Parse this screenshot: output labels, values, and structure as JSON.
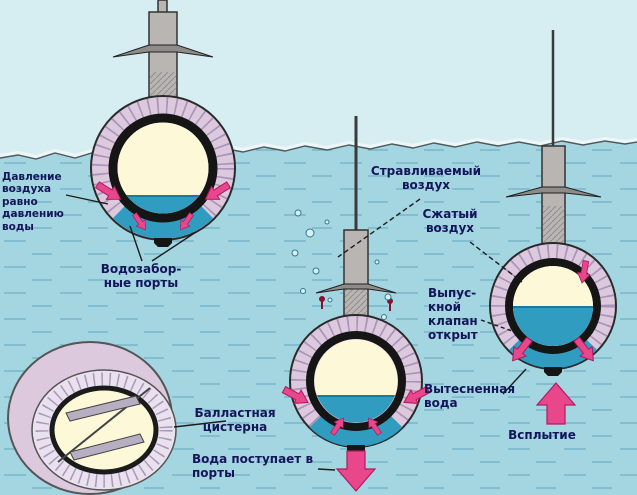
{
  "diagram": {
    "title": "submarine-ballast-tank-operation",
    "labels": {
      "pressure": "Давление\nвоздуха\nравно\nдавлению воды",
      "intake_ports": "Водозабор-\nные порты",
      "vented_air": "Стравливаемый\nвоздух",
      "compressed_air": "Сжатый\nвоздух",
      "valve_open": "Выпус-\nкной\nклапан\nоткрыт",
      "displaced_water": "Вытесненная\nвода",
      "ballast_tank": "Балластная\nцистерна",
      "water_enters": "Вода поступает в\nпорты",
      "surfacing": "Всплытие"
    },
    "colors": {
      "sky": "#d6edf2",
      "water": "#a4d6e2",
      "waterDash": "#6fb0c6",
      "hullRing": "#dcc9de",
      "hullHatch": "#a08ab0",
      "interior": "#fcf8d8",
      "tankWater": "#2f9cc0",
      "arrowPink": "#e8478b",
      "arrowEdge": "#b3195f",
      "metal": "#b9b5b2",
      "metalDark": "#8f8b88",
      "text": "#15155a",
      "line": "#1c1c1c"
    }
  }
}
